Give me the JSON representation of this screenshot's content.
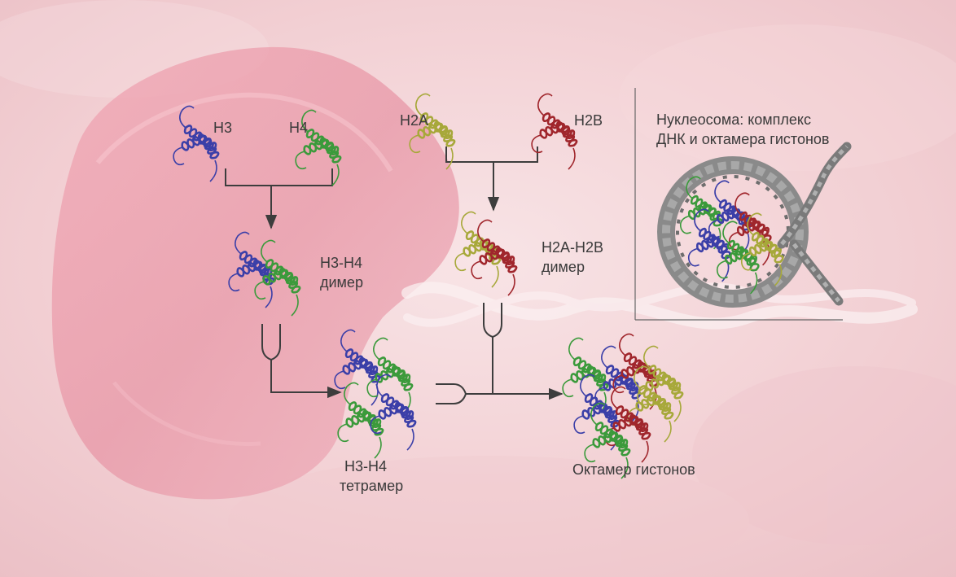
{
  "labels": {
    "h3": "H3",
    "h4": "H4",
    "h2a": "H2A",
    "h2b": "H2B",
    "h3h4_dimer_1": "H3-H4",
    "h3h4_dimer_2": "димер",
    "h2ah2b_dimer_1": "H2A-H2B",
    "h2ah2b_dimer_2": "димер",
    "tetramer_1": "H3-H4",
    "tetramer_2": "тетрамер",
    "octamer": "Октамер гистонов",
    "nucleosome_1": "Нуклеосома: комплекс",
    "nucleosome_2": "ДНК и октамера гистонов"
  },
  "colors": {
    "h3": "#3b3fa8",
    "h4": "#3b9a3b",
    "h2a": "#a7a83a",
    "h2b": "#a0262c",
    "dna": "#7d7d7d",
    "arrow": "#3d3d3d",
    "background": "#f3d3d6"
  },
  "icons": [
    "protein-ribbon-icon",
    "nucleosome-icon",
    "dna-helix-icon",
    "arrow-icon"
  ]
}
